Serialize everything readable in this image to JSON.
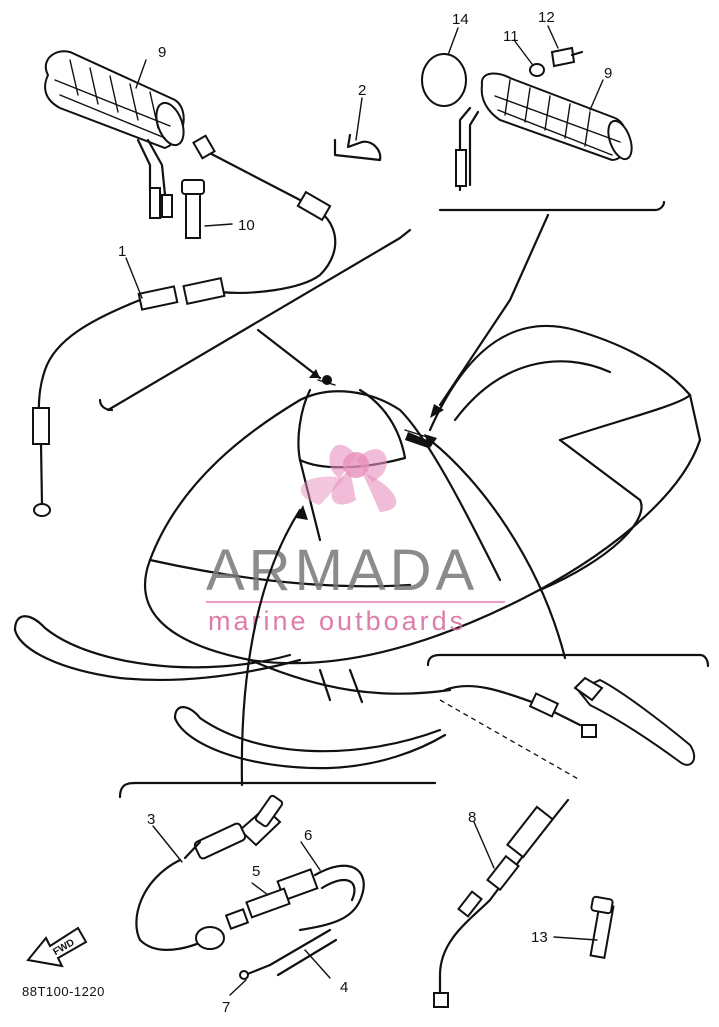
{
  "callouts": {
    "p1": "1",
    "p2": "2",
    "p3": "3",
    "p4": "4",
    "p5": "5",
    "p6": "6",
    "p7": "7",
    "p8": "8",
    "p9_left": "9",
    "p9_right": "9",
    "p10": "10",
    "p11": "11",
    "p12": "12",
    "p13": "13",
    "p14": "14"
  },
  "diagram_code": "88T100-1220",
  "fwd_label": "FWD",
  "watermark": {
    "brand": "ARMADA",
    "tagline": "marine outboards",
    "accent_color": "#e88fbd",
    "text_color": "#777777"
  }
}
